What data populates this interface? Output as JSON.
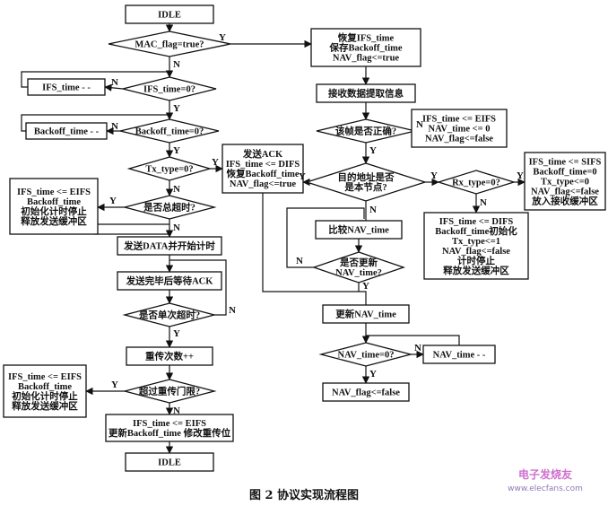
{
  "nodes": {
    "idle_top": [
      "IDLE"
    ],
    "mac_flag": [
      "MAC_flag=true?"
    ],
    "ifs_dec": [
      "IFS_time - -"
    ],
    "ifs_zero": [
      "IFS_time=0?"
    ],
    "backoff_dec": [
      "Backoff_time - -"
    ],
    "backoff_zero": [
      "Backoff_time=0?"
    ],
    "tx_type": [
      "Tx_type=0?"
    ],
    "total_timeout": [
      "是否总超时?"
    ],
    "timeout_action": [
      "IFS_time <= EIFS",
      "Backoff_time",
      "初始化计时停止",
      "释放发送缓冲区"
    ],
    "send_data": [
      "发送DATA并开始计时"
    ],
    "wait_ack": [
      "发送完毕后等待ACK"
    ],
    "single_timeout": [
      "是否单次超时?"
    ],
    "retry_inc": [
      "重传次数++"
    ],
    "retry_action": [
      "IFS_time <= EIFS",
      "Backoff_time",
      "初始化计时停止",
      "释放发送缓冲区"
    ],
    "retry_limit": [
      "超过重传门限?"
    ],
    "update_backoff": [
      "IFS_time <= EIFS",
      "更新Backoff_time 修改重传位"
    ],
    "idle_bottom": [
      "IDLE"
    ],
    "restore": [
      "恢复IFS_time",
      "保存Backoff_time",
      "NAV_flag<=true"
    ],
    "recv_extract": [
      "接收数据提取信息"
    ],
    "frame_ok": [
      "该帧是否正确?"
    ],
    "frame_bad": [
      "IFS_time <= EIFS",
      "NAV_time <= 0",
      "NAV_flag<=false"
    ],
    "send_ack": [
      "发送ACK",
      "IFS_time <= DIFS",
      "恢复Backoff_time",
      "NAV_flag<=true"
    ],
    "dest_check": [
      "目的地址是否",
      "是本节点?"
    ],
    "rx_type": [
      "Rx_type=0?"
    ],
    "rx_sifs": [
      "IFS_time <= SIFS",
      "Backoff_time=0",
      "Tx_type<=0",
      "NAV_flag<=false",
      "放入接收缓冲区"
    ],
    "rx_difs": [
      "IFS_time <= DIFS",
      "Backoff_time初始化",
      "Tx_type<=1",
      "NAV_flag<=false",
      "计时停止",
      "释放发送缓冲区"
    ],
    "compare_nav": [
      "比较NAV_time"
    ],
    "nav_newer": [
      "是否更新",
      "NAV_time?"
    ],
    "update_nav": [
      "更新NAV_time"
    ],
    "nav_zero": [
      "NAV_time=0?"
    ],
    "nav_dec": [
      "NAV_time - -"
    ],
    "nav_clear": [
      "NAV_flag<=false"
    ]
  },
  "labels": {
    "yes": "Y",
    "no": "N"
  },
  "caption": "图 2   协议实现流程图",
  "watermark": {
    "main": "电子发烧友",
    "url": "www.elecfans.com"
  }
}
